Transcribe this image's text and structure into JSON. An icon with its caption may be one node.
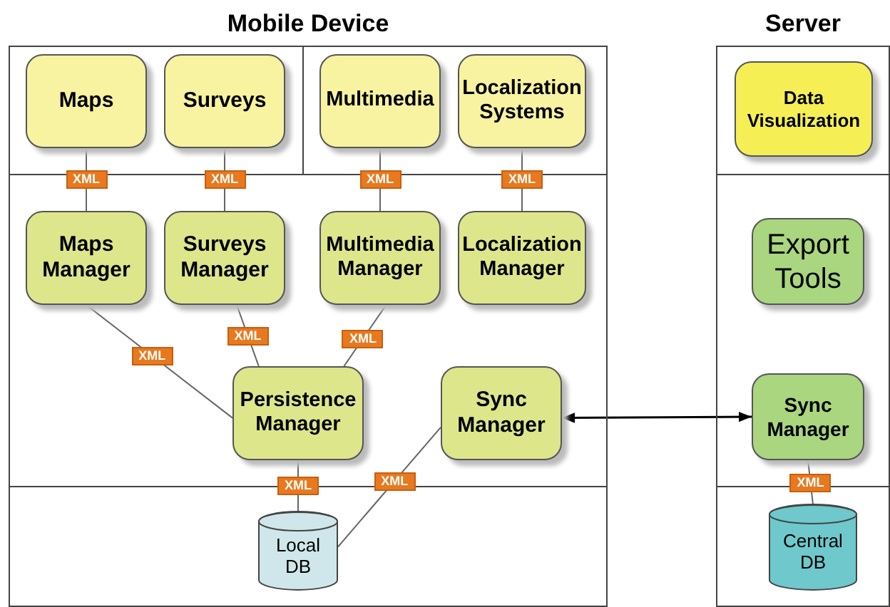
{
  "diagram": {
    "nodes": [
      {
        "text": [
          "Mobile Device"
        ]
      },
      {
        "text": [
          "Maps"
        ],
        "in": 0
      },
      {
        "text": [
          "Surveys"
        ],
        "in": 0
      },
      {
        "text": [
          "Multimedia"
        ],
        "in": 0
      },
      {
        "text": [
          "Localization Systems"
        ],
        "in": 0
      },
      {
        "text": [
          "Maps Manager"
        ],
        "in": 0
      },
      {
        "text": [
          "Surveys Manager"
        ],
        "in": 0
      },
      {
        "text": [
          "Multimedia Manager"
        ],
        "in": 0
      },
      {
        "text": [
          "Localization Manager"
        ],
        "in": 0
      },
      {
        "text": [
          "Persistence Manager"
        ],
        "in": 0
      },
      {
        "text": [
          "Sync Manager"
        ],
        "in": 0
      },
      {
        "text": [
          "Local DB"
        ],
        "in": 0
      },
      {
        "text": [
          "Server"
        ]
      },
      {
        "text": [
          "Data Visualization"
        ],
        "in": 12
      },
      {
        "text": [
          "Export Tools"
        ],
        "in": 12
      },
      {
        "text": [
          "Sync Manager"
        ],
        "in": 12
      },
      {
        "text": [
          "Central DB"
        ],
        "in": 12
      }
    ],
    "edges": [
      {
        "from": 1,
        "to": 5,
        "arrow": "none",
        "label": "XML"
      },
      {
        "from": 2,
        "to": 6,
        "arrow": "none",
        "label": "XML"
      },
      {
        "from": 3,
        "to": 7,
        "arrow": "none",
        "label": "XML"
      },
      {
        "from": 4,
        "to": 8,
        "arrow": "none",
        "label": "XML"
      },
      {
        "from": 5,
        "to": 9,
        "arrow": "none",
        "label": "XML"
      },
      {
        "from": 6,
        "to": 9,
        "arrow": "none",
        "label": "XML"
      },
      {
        "from": 7,
        "to": 9,
        "arrow": "none",
        "label": "XML"
      },
      {
        "from": 9,
        "to": 11,
        "arrow": "none",
        "label": "XML"
      },
      {
        "from": 10,
        "to": 11,
        "arrow": "none",
        "label": "XML"
      },
      {
        "from": 10,
        "to": 15,
        "arrow": "both",
        "color": "#000000"
      },
      {
        "from": 15,
        "to": 16,
        "arrow": "none",
        "label": "XML"
      }
    ]
  }
}
